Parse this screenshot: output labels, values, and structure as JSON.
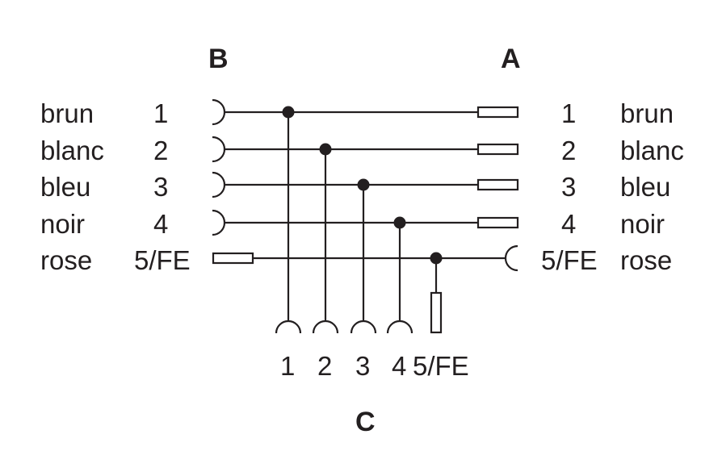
{
  "headers": {
    "b": "B",
    "a": "A",
    "c": "C"
  },
  "left": [
    {
      "color": "brun",
      "pin": "1"
    },
    {
      "color": "blanc",
      "pin": "2"
    },
    {
      "color": "bleu",
      "pin": "3"
    },
    {
      "color": "noir",
      "pin": "4"
    },
    {
      "color": "rose",
      "pin": "5/FE"
    }
  ],
  "right": [
    {
      "pin": "1",
      "color": "brun"
    },
    {
      "pin": "2",
      "color": "blanc"
    },
    {
      "pin": "3",
      "color": "bleu"
    },
    {
      "pin": "4",
      "color": "noir"
    },
    {
      "pin": "5/FE",
      "color": "rose"
    }
  ],
  "bottom": [
    "1",
    "2",
    "3",
    "4",
    "5/FE"
  ]
}
